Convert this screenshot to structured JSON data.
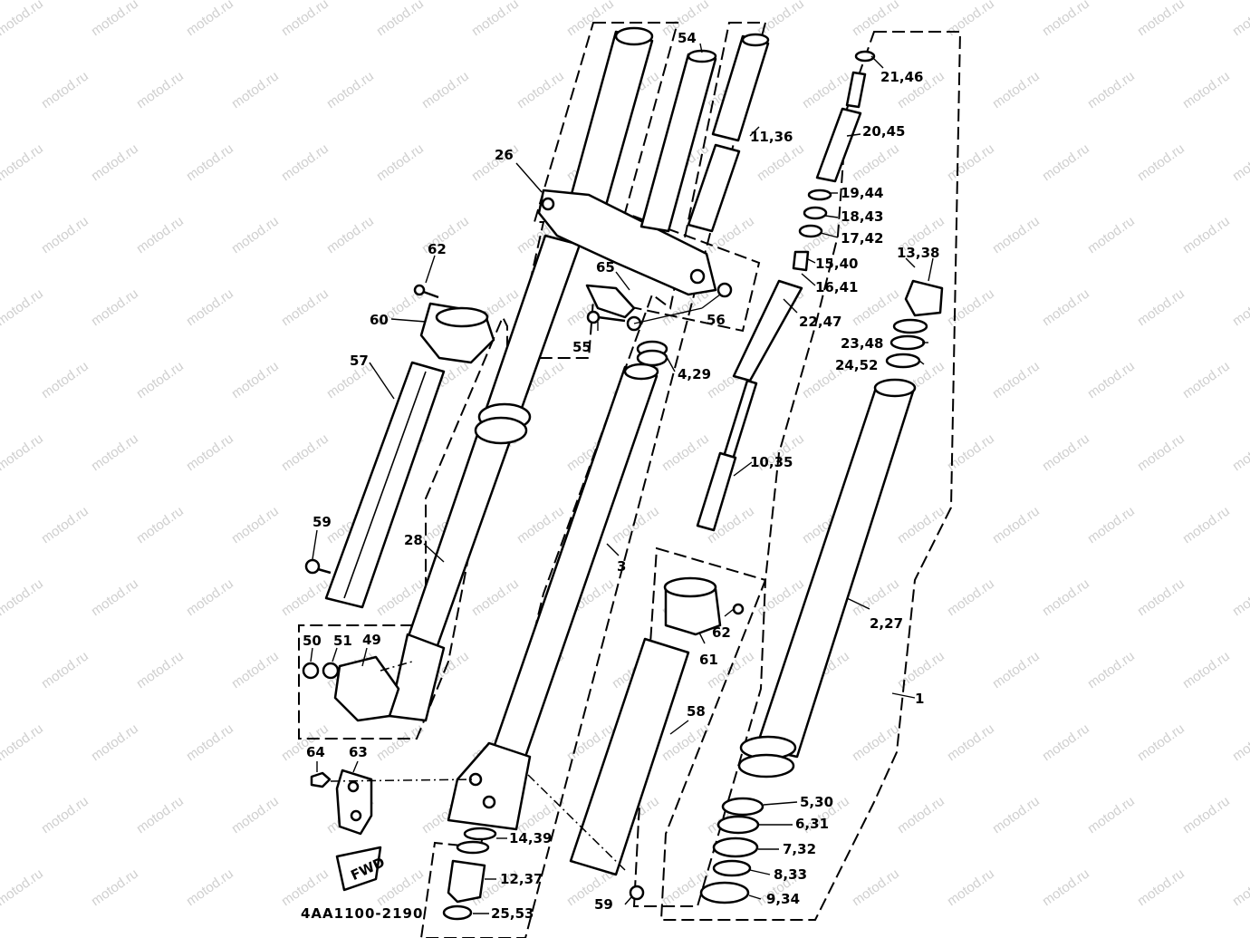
{
  "watermark": "motod.ru",
  "diagram_code": "4AA1100-2190",
  "fwd_badge": "FWD",
  "labels": {
    "p54": "54",
    "p11_36": "11,36",
    "p21_46": "21,46",
    "p20_45": "20,45",
    "p26": "26",
    "p19_44": "19,44",
    "p18_43": "18,43",
    "p17_42": "17,42",
    "p15_40": "15,40",
    "p16_41": "16,41",
    "p13_38": "13,38",
    "p62a": "62",
    "p65": "65",
    "p60": "60",
    "p56": "56",
    "p22_47": "22,47",
    "p55": "55",
    "p23_48": "23,48",
    "p57": "57",
    "p4_29": "4,29",
    "p24_52": "24,52",
    "p10_35": "10,35",
    "p59a": "59",
    "p28": "28",
    "p3": "3",
    "p62b": "62",
    "p2_27": "2,27",
    "p50": "50",
    "p51": "51",
    "p49": "49",
    "p61": "61",
    "p1": "1",
    "p58": "58",
    "p64": "64",
    "p63": "63",
    "p5_30": "5,30",
    "p6_31": "6,31",
    "p14_39": "14,39",
    "p7_32": "7,32",
    "p12_37": "12,37",
    "p8_33": "8,33",
    "p9_34": "9,34",
    "p59b": "59",
    "p25_53": "25,53"
  }
}
